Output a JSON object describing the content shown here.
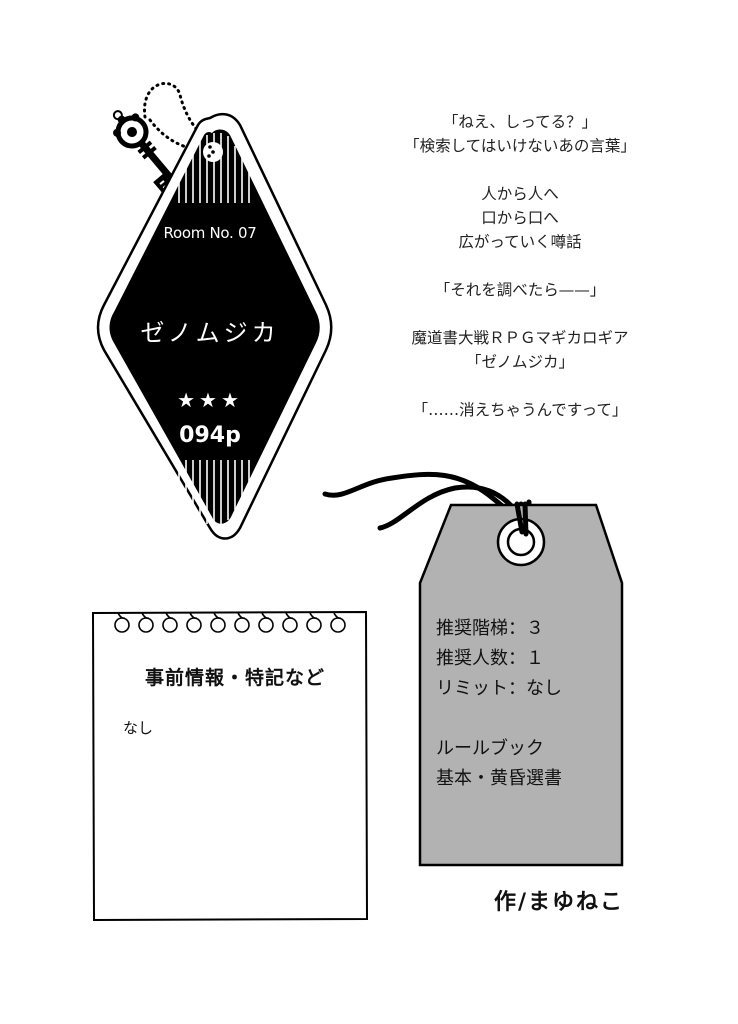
{
  "keytag": {
    "room_label": "Room No. 07",
    "title": "ゼノムジカ",
    "stars": "★★★",
    "page": "094p",
    "colors": {
      "fill": "#000000",
      "outline": "#000000",
      "text": "#ffffff"
    }
  },
  "poem": {
    "lines": [
      "「ねえ、しってる？」",
      "「検索してはいけないあの言葉」",
      "",
      "人から人へ",
      "口から口へ",
      "広がっていく噂話",
      "",
      "「それを調べたら——」",
      "",
      "魔道書大戦ＲＰＧマギカロギア",
      "「ゼノムジカ」",
      "",
      "「……消えちゃうんですって」"
    ]
  },
  "notepad": {
    "title": "事前情報・特記など",
    "body": "なし",
    "ring_count": 10
  },
  "info_tag": {
    "color": "#b2b2b2",
    "lines": [
      "推奨階梯：３",
      "推奨人数：１",
      "リミット：なし",
      "",
      "ルールブック",
      "基本・黄昏選書"
    ]
  },
  "author": "作/まゆねこ"
}
